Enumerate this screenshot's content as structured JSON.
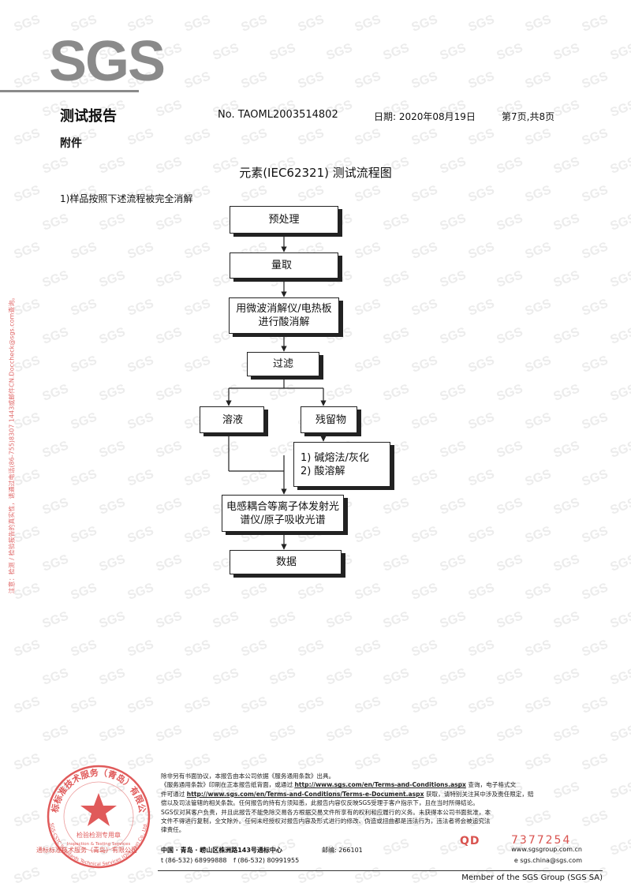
{
  "header": {
    "logo": "SGS",
    "report_title": "测试报告",
    "report_no": "No. TAOML2003514802",
    "date": "日期: 2020年08月19日",
    "page": "第7页,共8页",
    "annex": "附件"
  },
  "doc_title": "元素(IEC62321) 测试流程图",
  "note": "1)样品按照下述流程被完全消解",
  "flowchart": {
    "pretreatment": "预处理",
    "weigh": "量取",
    "digest_line1": "用微波消解仪/电热板",
    "digest_line2": "进行酸消解",
    "filter": "过滤",
    "solution": "溶液",
    "residue": "残留物",
    "residue_step1": "1) 碱熔法/灰化",
    "residue_step2": "2) 酸溶解",
    "icp_line1": "电感耦合等离子体发射光",
    "icp_line2": "谱仪/原子吸收光谱",
    "data": "数据"
  },
  "side_note": "注意：检测 / 检验报告的真实性，请通过电话(86-755)8307 1443或邮件CN.Doccheck@sgs.com查询。",
  "disclaimer": {
    "line1": "除非另有书面协议，本报告由本公司依据《服务通用条款》出具。",
    "line2a": "《服务通用条款》印刷在正本报告纸背面，或通过",
    "link1": "http://www.sgs.com/en/Terms-and-Conditions.aspx",
    "line2b": "查询，电子格式文",
    "line3a": "件可通过",
    "link2": "http://www.sgs.com/en/Terms-and-Conditions/Terms-e-Document.aspx",
    "line3b": "获取，请特别关注其中涉及责任限定，赔",
    "line4": "偿以及司法管辖的相关条款。任何报告的持有方须知悉，此报告内容仅反映SGS受理于客户指示下，且在当时所得结论。",
    "line5": "SGS仅对其客户负责，并且此报告不能免除交易各方根据交易文件所享有的权利和应履行的义务。未获得本公司书面批准，本",
    "line6": "文件不得进行复制，全文除外。任何未经授权对报告内容及形式进行的修改、伪造或扭曲都是违法行为，违法者将会被追究法",
    "line7": "律责任。"
  },
  "footer": {
    "qd": "QD",
    "serial": "7377254",
    "address": "中国 · 青岛 · 崂山区株洲路143号通标中心",
    "postcode": "邮编: 266101",
    "tel": "t (86-532) 68999888",
    "fax": "f (86-532) 80991955",
    "website": "www.sgsgroup.com.cn",
    "email": "e  sgs.china@sgs.com",
    "member": "Member of the SGS Group (SGS SA)"
  },
  "seal": {
    "ring_text": "通标标准技术服务（青岛）有限公司",
    "center_line1": "检验检测专用章",
    "center_line2": "Inspection & Testing Services",
    "outer_text": "SGS-CSTC Standards Technical Services (Qingdao) Co., Ltd.",
    "caption": "通标标准技术服务（青岛）有限公司"
  },
  "colors": {
    "watermark": "#ececec",
    "seal_red": "#e05a5a",
    "logo_gray": "#8a8a8a"
  }
}
